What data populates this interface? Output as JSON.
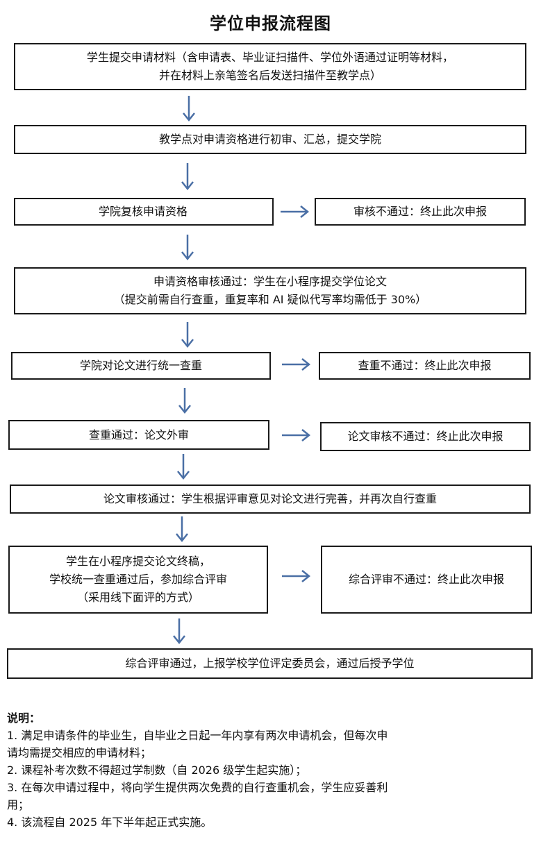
{
  "title": "学位申报流程图",
  "steps": {
    "s1": [
      "学生提交申请材料（含申请表、毕业证扫描件、学位外语通过证明等材料，",
      "并在材料上亲笔签名后发送扫描件至教学点）"
    ],
    "s2": [
      "教学点对申请资格进行初审、汇总，提交学院"
    ],
    "s3": [
      "学院复核申请资格"
    ],
    "s3_fail": [
      "审核不通过：终止此次申报"
    ],
    "s4": [
      "申请资格审核通过：学生在小程序提交学位论文",
      "（提交前需自行查重，重复率和 AI 疑似代写率均需低于 30%）"
    ],
    "s5": [
      "学院对论文进行统一查重"
    ],
    "s5_fail": [
      "查重不通过：终止此次申报"
    ],
    "s6": [
      "查重通过：论文外审"
    ],
    "s6_fail": [
      "论文审核不通过：终止此次申报"
    ],
    "s7": [
      "论文审核通过：学生根据评审意见对论文进行完善，并再次自行查重"
    ],
    "s8": [
      "学生在小程序提交论文终稿，",
      "学校统一查重通过后，参加综合评审",
      "（采用线下面评的方式）"
    ],
    "s8_fail": [
      "综合评审不通过：终止此次申报"
    ],
    "s9": [
      "综合评审通过，上报学校学位评定委员会，通过后授予学位"
    ]
  },
  "notes": {
    "heading": "说明：",
    "items": [
      "1. 满足申请条件的毕业生，自毕业之日起一年内享有两次申请机会，但每次申",
      "请均需提交相应的申请材料；",
      "2. 课程补考次数不得超过学制数（自 2026 级学生起实施）；",
      "3. 在每次申请过程中，将向学生提供两次免费的自行查重机会，学生应妥善利",
      "用；",
      "4. 该流程自 2025 年下半年起正式实施。"
    ]
  },
  "colors": {
    "arrow": "#4a6fa5",
    "border": "#1a1a1a"
  },
  "icons": {
    "down": "down-arrow-icon",
    "right": "right-arrow-icon"
  }
}
